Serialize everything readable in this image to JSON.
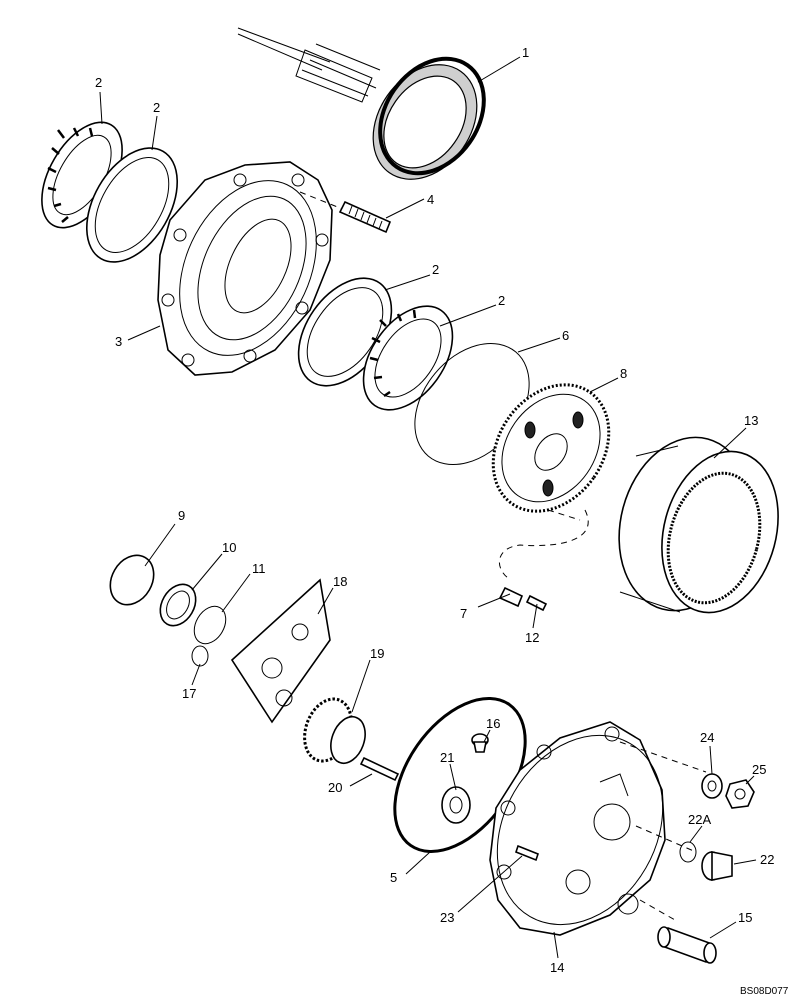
{
  "diagram": {
    "reference_code": "BS08D077",
    "callouts": [
      {
        "id": "c1",
        "label": "1"
      },
      {
        "id": "c2a",
        "label": "2"
      },
      {
        "id": "c2b",
        "label": "2"
      },
      {
        "id": "c2c",
        "label": "2"
      },
      {
        "id": "c2d",
        "label": "2"
      },
      {
        "id": "c3",
        "label": "3"
      },
      {
        "id": "c4",
        "label": "4"
      },
      {
        "id": "c5",
        "label": "5"
      },
      {
        "id": "c6",
        "label": "6"
      },
      {
        "id": "c7",
        "label": "7"
      },
      {
        "id": "c8",
        "label": "8"
      },
      {
        "id": "c9",
        "label": "9"
      },
      {
        "id": "c10",
        "label": "10"
      },
      {
        "id": "c11",
        "label": "11"
      },
      {
        "id": "c12",
        "label": "12"
      },
      {
        "id": "c13",
        "label": "13"
      },
      {
        "id": "c14",
        "label": "14"
      },
      {
        "id": "c15",
        "label": "15"
      },
      {
        "id": "c16",
        "label": "16"
      },
      {
        "id": "c17",
        "label": "17"
      },
      {
        "id": "c18",
        "label": "18"
      },
      {
        "id": "c19",
        "label": "19"
      },
      {
        "id": "c20",
        "label": "20"
      },
      {
        "id": "c21",
        "label": "21"
      },
      {
        "id": "c22",
        "label": "22"
      },
      {
        "id": "c22a",
        "label": "22A"
      },
      {
        "id": "c23",
        "label": "23"
      },
      {
        "id": "c24",
        "label": "24"
      },
      {
        "id": "c25",
        "label": "25"
      }
    ]
  }
}
